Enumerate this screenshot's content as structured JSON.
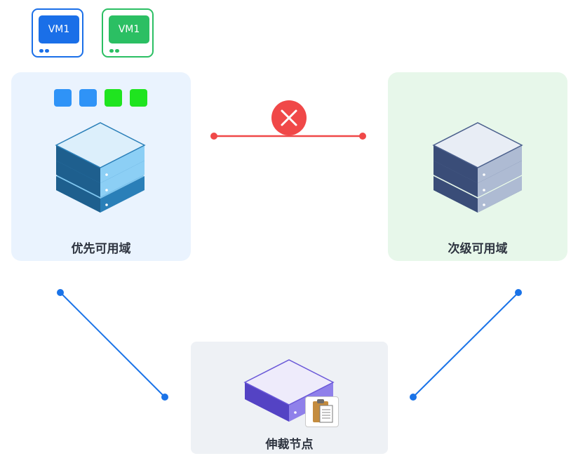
{
  "vm_cards": [
    {
      "label": "VM1",
      "color": "#1a6fe8",
      "border": "#1a6fe8"
    },
    {
      "label": "VM1",
      "color": "#2bbf63",
      "border": "#2bbf63"
    }
  ],
  "zones": {
    "primary": {
      "label": "优先可用域",
      "bg": "#eaf3fe"
    },
    "secondary": {
      "label": "次级可用域",
      "bg": "#e7f7ea"
    },
    "arbiter": {
      "label": "伸裁节点",
      "bg": "#eef1f5"
    }
  },
  "vm_squares": [
    "#2f93f7",
    "#2f93f7",
    "#1fe41f",
    "#1fe41f"
  ],
  "link_colors": {
    "broken": "#f04848",
    "connected": "#1a73e8"
  },
  "icons": {
    "broken_link": "close-icon",
    "arbiter_badge": "clipboard-icon"
  }
}
